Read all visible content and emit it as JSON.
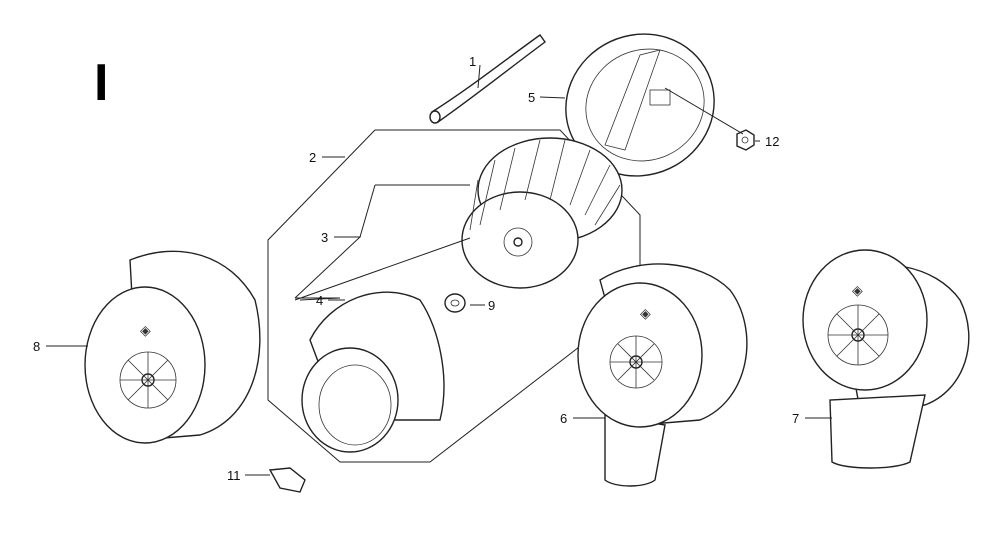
{
  "section_label": "I",
  "callouts": {
    "p1": "1",
    "p2": "2",
    "p3": "3",
    "p4": "4",
    "p5": "5",
    "p6": "6",
    "p7": "7",
    "p8": "8",
    "p9": "9",
    "p11": "11",
    "p12": "12"
  }
}
